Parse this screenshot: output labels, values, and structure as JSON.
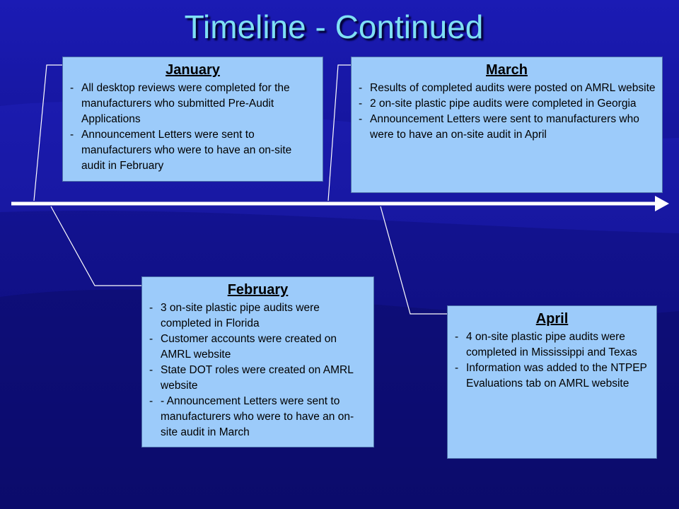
{
  "slide": {
    "title": "Timeline - Continued",
    "colors": {
      "background": "#12128e",
      "title": "#7fe0f5",
      "box_fill": "#9ccbfa",
      "line": "#ffffff"
    }
  },
  "events": {
    "january": {
      "title": "January",
      "items": [
        "All desktop reviews were completed for the manufacturers who submitted Pre-Audit Applications",
        "Announcement Letters were sent to manufacturers who were to have an on-site audit in February"
      ]
    },
    "march": {
      "title": "March",
      "items": [
        "Results of completed audits were posted on AMRL website",
        "2 on-site plastic pipe audits were completed in Georgia",
        "Announcement Letters were sent to manufacturers who were to have an on-site audit in April"
      ]
    },
    "february": {
      "title": "February",
      "items": [
        "3 on-site plastic pipe audits were completed in Florida",
        "Customer accounts were created on AMRL website",
        "State DOT roles were created on AMRL website",
        "- Announcement Letters were sent to manufacturers who were to have an on-site audit in March"
      ]
    },
    "april": {
      "title": "April",
      "items": [
        "4 on-site plastic pipe audits were completed in Mississippi and Texas",
        " Information was added to the NTPEP Evaluations tab on AMRL website"
      ]
    }
  }
}
